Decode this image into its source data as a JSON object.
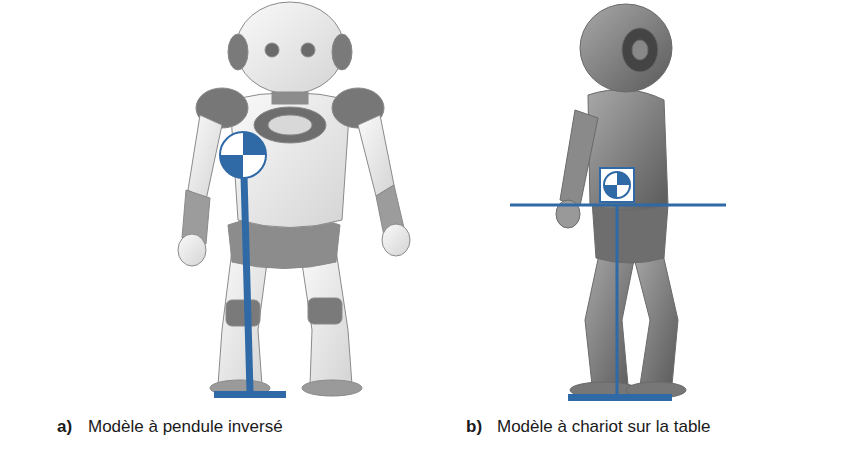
{
  "diagram": {
    "labels": [
      "a)",
      "Modèle à pendule inversé",
      "b)",
      "Modèle à chariot sur la table"
    ]
  }
}
